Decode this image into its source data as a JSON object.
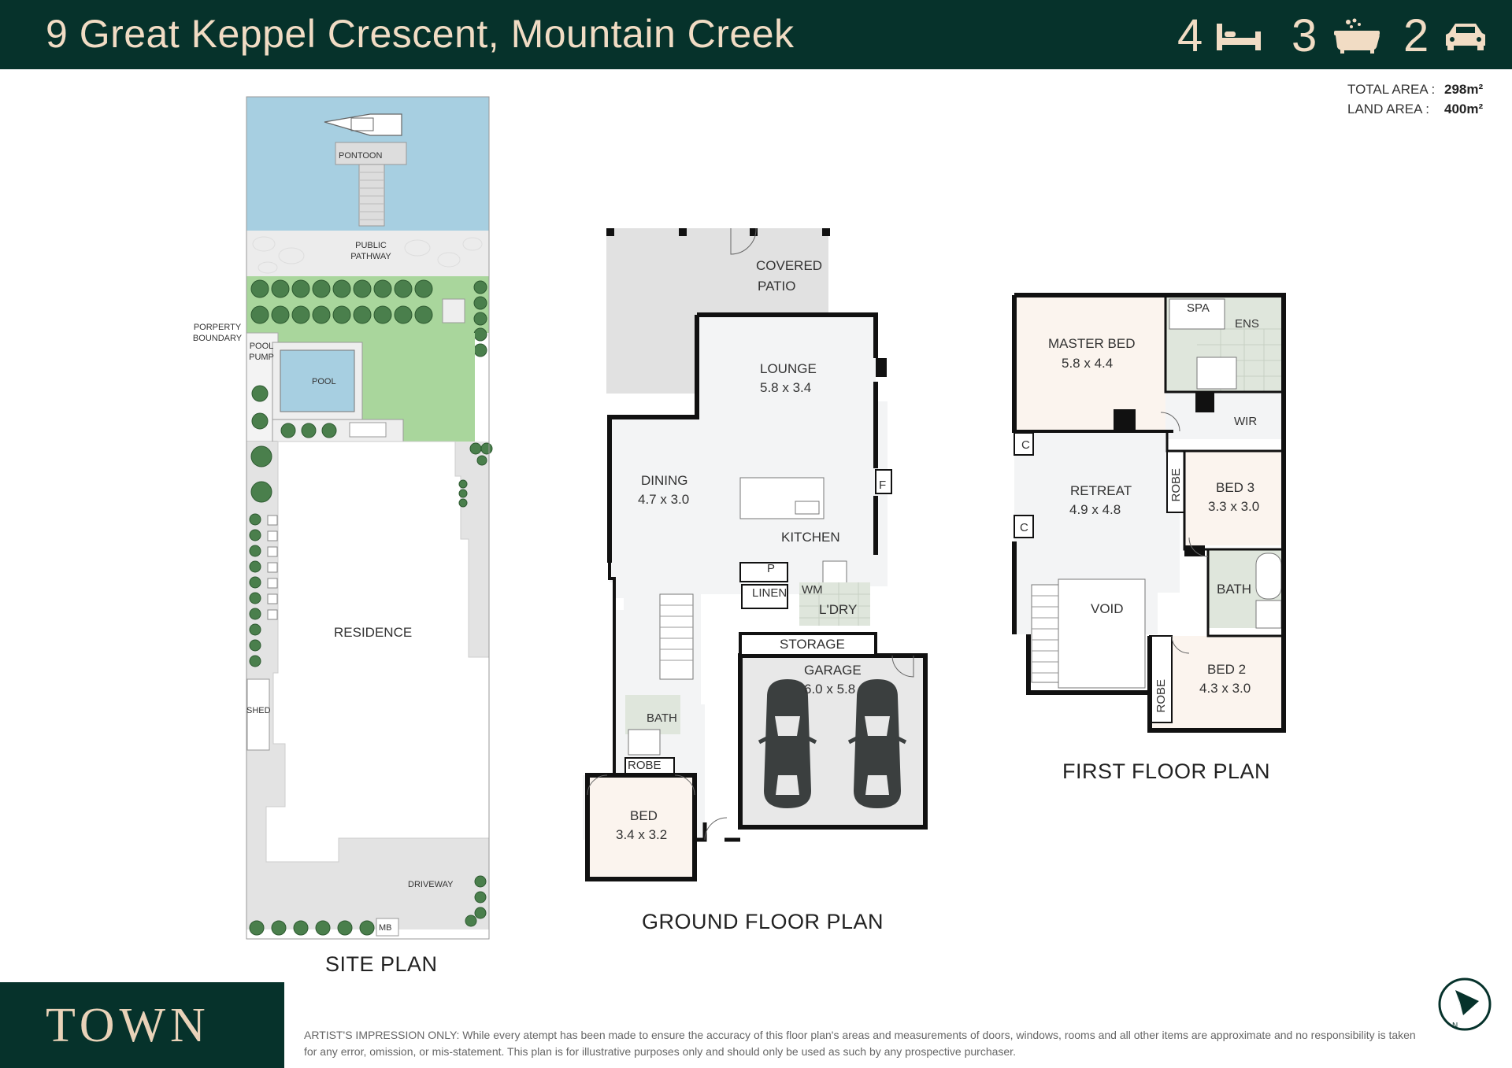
{
  "header": {
    "address": "9 Great Keppel Crescent, Mountain Creek",
    "bedrooms": "4",
    "bathrooms": "3",
    "car_spaces": "2",
    "bed_icon": "bed-icon",
    "bath_icon": "bathtub-icon",
    "car_icon": "car-icon",
    "bg_color": "#06322b",
    "text_color": "#f1dcc4"
  },
  "areas": {
    "total_label": "TOTAL AREA :",
    "total_value": "298m²",
    "land_label": "LAND AREA :",
    "land_value": "400m²"
  },
  "site_plan": {
    "title": "SITE PLAN",
    "pontoon": "PONTOON",
    "public_pathway": "PUBLIC PATHWAY",
    "property_boundary": "PORPERTY BOUNDARY",
    "pool_pump": "POOL PUMP",
    "pool": "POOL",
    "residence": "RESIDENCE",
    "shed": "SHED",
    "driveway": "DRIVEWAY",
    "mb": "MB",
    "colors": {
      "water": "#a7cfe1",
      "lawn": "#a9d69c",
      "hedge": "#4a7f4c",
      "paving": "#e3e3e3",
      "pool": "#a7cfe1"
    }
  },
  "ground_floor": {
    "title": "GROUND FLOOR PLAN",
    "covered_patio": "COVERED PATIO",
    "lounge": "LOUNGE",
    "lounge_dim": "5.8 x 3.4",
    "dining": "DINING",
    "dining_dim": "4.7 x 3.0",
    "kitchen": "KITCHEN",
    "fridge": "F",
    "pantry": "P",
    "linen": "LINEN",
    "wm": "WM",
    "laundry": "L'DRY",
    "storage": "STORAGE",
    "garage": "GARAGE",
    "garage_dim": "6.0 x 5.8",
    "bath": "BATH",
    "robe": "ROBE",
    "bed": "BED",
    "bed_dim": "3.4 x 3.2"
  },
  "first_floor": {
    "title": "FIRST FLOOR PLAN",
    "master_bed": "MASTER BED",
    "master_bed_dim": "5.8 x 4.4",
    "spa": "SPA",
    "ens": "ENS",
    "wir": "WIR",
    "c1": "C",
    "c2": "C",
    "retreat": "RETREAT",
    "retreat_dim": "4.9 x 4.8",
    "robe1": "ROBE",
    "bed3": "BED 3",
    "bed3_dim": "3.3 x 3.0",
    "bath": "BATH",
    "void": "VOID",
    "robe2": "ROBE",
    "bed2": "BED 2",
    "bed2_dim": "4.3 x 3.0"
  },
  "footer": {
    "logo": "TOWN",
    "compass_icon": "north-compass-icon",
    "disclaimer": "ARTIST'S IMPRESSION ONLY: While every atempt has been made to ensure the accuracy of this floor plan's areas and measurements of doors, windows, rooms and all other items are approximate and no responsibility is taken for any error, omission, or mis-statement. This plan is for illustrative purposes only and should only be used as such by any prospective purchaser."
  }
}
